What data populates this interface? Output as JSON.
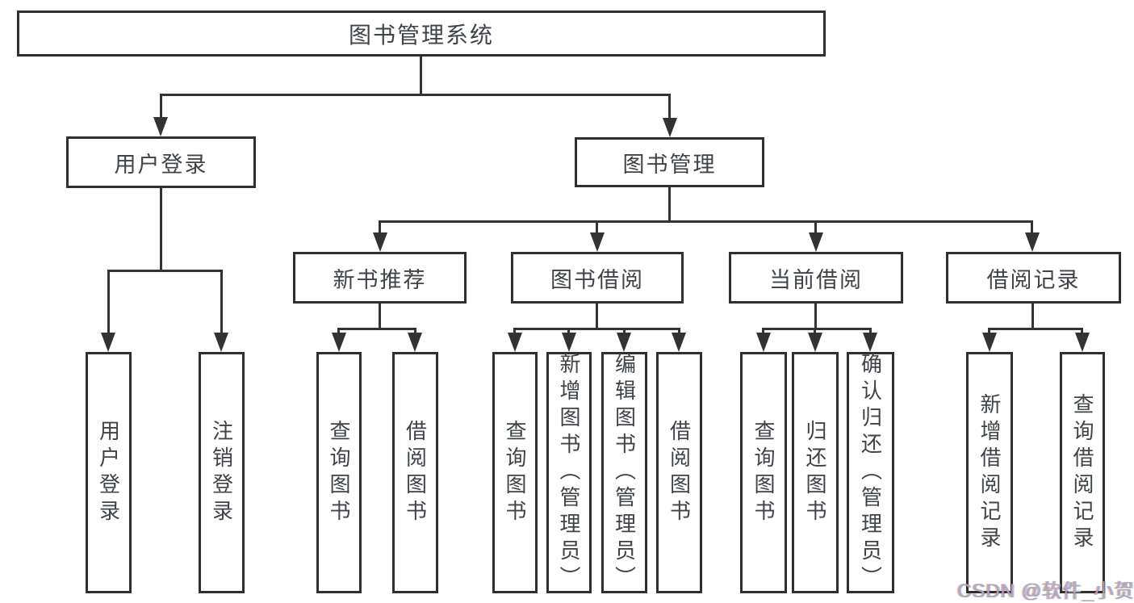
{
  "title": "图书管理系统",
  "tree": {
    "root": {
      "label": "图书管理系统"
    },
    "branches": [
      {
        "label": "用户登录",
        "children": [
          {
            "label": "用户登录"
          },
          {
            "label": "注销登录"
          }
        ]
      },
      {
        "label": "图书管理",
        "children": [
          {
            "label": "新书推荐",
            "children": [
              {
                "label": "查询图书"
              },
              {
                "label": "借阅图书"
              }
            ]
          },
          {
            "label": "图书借阅",
            "children": [
              {
                "label": "查询图书"
              },
              {
                "label": "新增图书（管理员）"
              },
              {
                "label": "编辑图书（管理员）"
              },
              {
                "label": "借阅图书"
              }
            ]
          },
          {
            "label": "当前借阅",
            "children": [
              {
                "label": "查询图书"
              },
              {
                "label": "归还图书"
              },
              {
                "label": "确认归还（管理员）"
              }
            ]
          },
          {
            "label": "借阅记录",
            "children": [
              {
                "label": "新增借阅记录"
              },
              {
                "label": "查询借阅记录"
              }
            ]
          }
        ]
      }
    ]
  },
  "watermark": "CSDN @软件_小贺同学",
  "colors": {
    "line": "#333333",
    "box_border": "#2f2f2f",
    "text": "#3f4347",
    "watermark": "#a9adb3",
    "background": "#ffffff"
  }
}
